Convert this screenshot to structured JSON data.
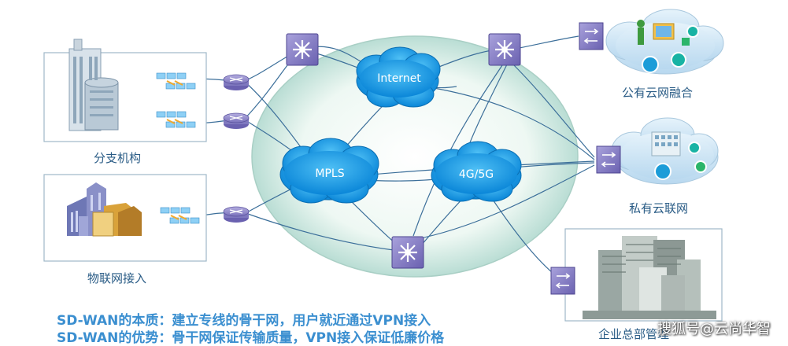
{
  "nodes": {
    "branch": "分支机构",
    "iot": "物联网接入",
    "public_cloud": "公有云网融合",
    "private_cloud": "私有云联网",
    "headquarters": "企业总部管理"
  },
  "clouds": {
    "internet": "Internet",
    "mpls": "MPLS",
    "mobile": "4G/5G"
  },
  "captions": {
    "line1": "SD-WAN的本质：建立专线的骨干网，用户就近通过VPN接入",
    "line2": "SD-WAN的优势：骨干网保证传输质量，VPN接入保证低廉价格"
  },
  "watermark": "搜狐号@云尚华智"
}
